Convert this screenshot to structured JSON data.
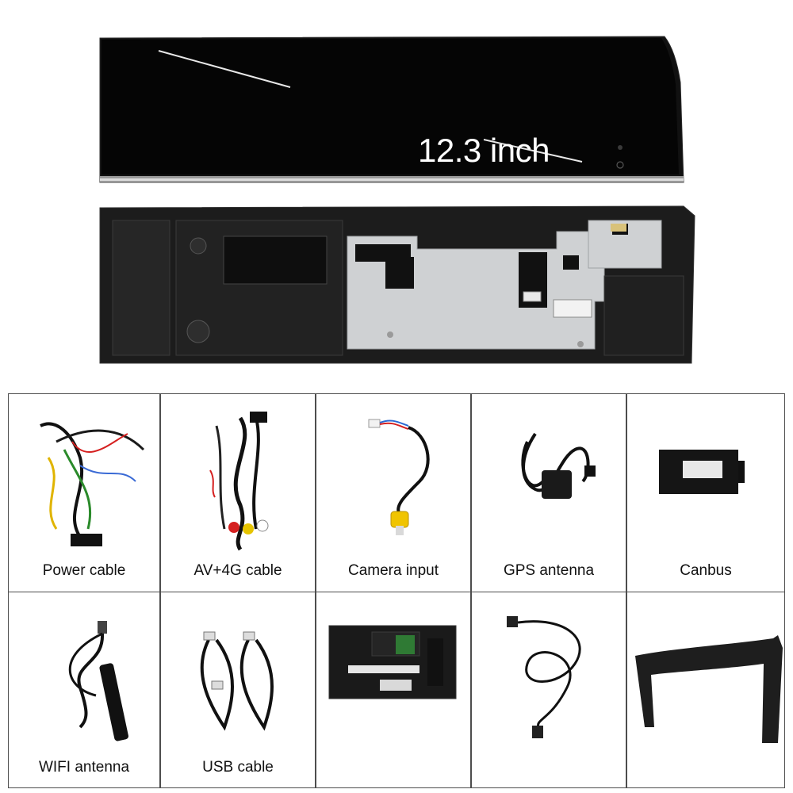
{
  "screen": {
    "caption": "12.3 inch"
  },
  "accessories": {
    "row1": [
      {
        "label": "Power cable",
        "icon": "power-cable-icon"
      },
      {
        "label": "AV+4G cable",
        "icon": "av-4g-cable-icon"
      },
      {
        "label": "Camera input",
        "icon": "camera-input-cable-icon"
      },
      {
        "label": "GPS antenna",
        "icon": "gps-antenna-icon"
      },
      {
        "label": "Canbus",
        "icon": "canbus-box-icon"
      }
    ],
    "row2": [
      {
        "label": "WIFI antenna",
        "icon": "wifi-antenna-icon"
      },
      {
        "label": "USB cable",
        "icon": "usb-cable-icon"
      },
      {
        "label": "",
        "icon": "head-unit-box-icon"
      },
      {
        "label": "",
        "icon": "optical-cable-icon"
      },
      {
        "label": "",
        "icon": "trim-frame-icon"
      }
    ]
  },
  "colors": {
    "screen_black": "#050505",
    "panel_dark": "#1c1c1c",
    "metal_plate": "#cfd1d3",
    "grid_border": "#4d4d4d"
  }
}
